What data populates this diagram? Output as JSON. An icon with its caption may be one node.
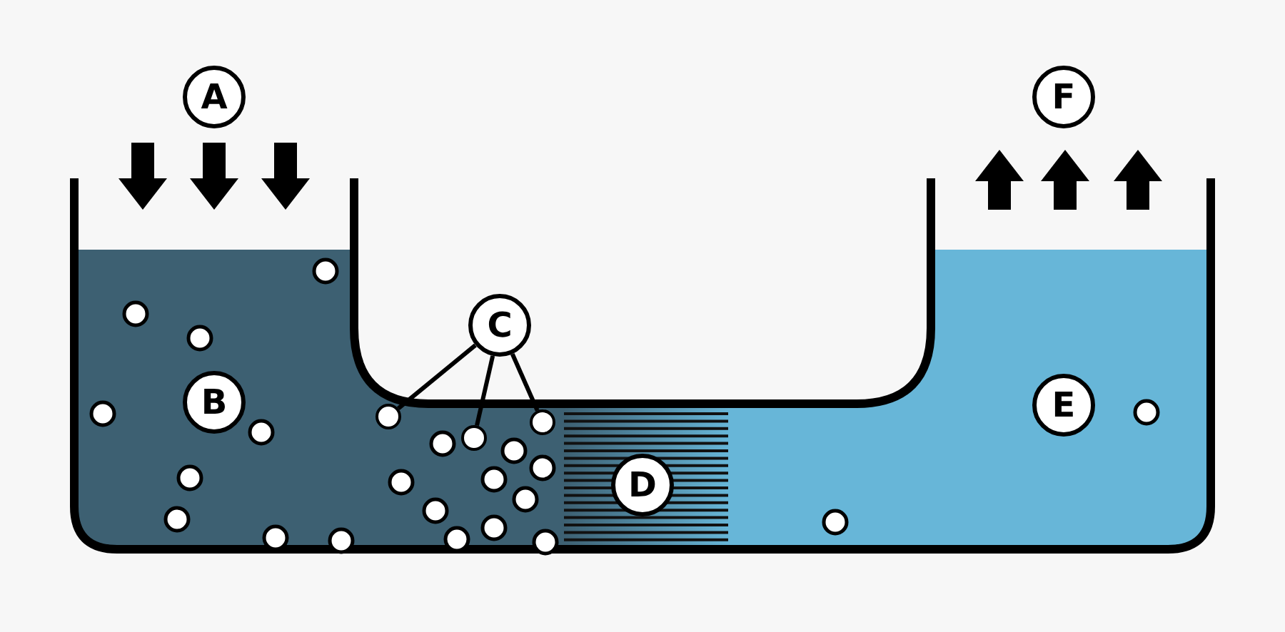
{
  "diagram": {
    "nodes": [
      {
        "text": [
          "A"
        ]
      },
      {
        "text": [
          "B"
        ]
      },
      {
        "text": [
          "C"
        ]
      },
      {
        "text": [],
        "shape": "circle"
      },
      {
        "text": [],
        "shape": "circle"
      },
      {
        "text": [],
        "shape": "circle"
      },
      {
        "text": [
          "D"
        ]
      },
      {
        "text": [
          "E"
        ]
      },
      {
        "text": [
          "F"
        ]
      }
    ],
    "edges": [
      {
        "from": 2,
        "to": 3,
        "arrow": "none"
      },
      {
        "from": 2,
        "to": 4,
        "arrow": "none"
      },
      {
        "from": 2,
        "to": 5,
        "arrow": "none"
      }
    ]
  }
}
